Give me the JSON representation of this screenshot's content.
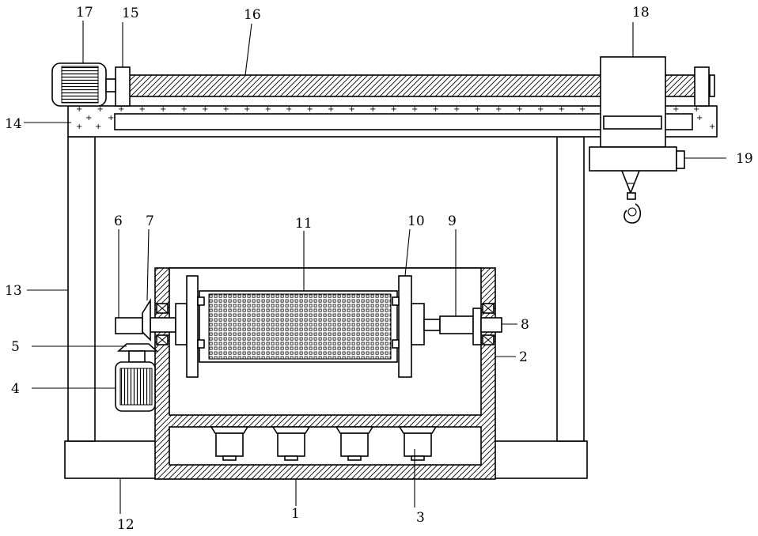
{
  "labels": {
    "n1": "1",
    "n2": "2",
    "n3": "3",
    "n4": "4",
    "n5": "5",
    "n6": "6",
    "n7": "7",
    "n8": "8",
    "n9": "9",
    "n10": "10",
    "n11": "11",
    "n12": "12",
    "n13": "13",
    "n14": "14",
    "n15": "15",
    "n16": "16",
    "n17": "17",
    "n18": "18",
    "n19": "19"
  },
  "colors": {
    "line": "#000000",
    "background": "#ffffff"
  }
}
